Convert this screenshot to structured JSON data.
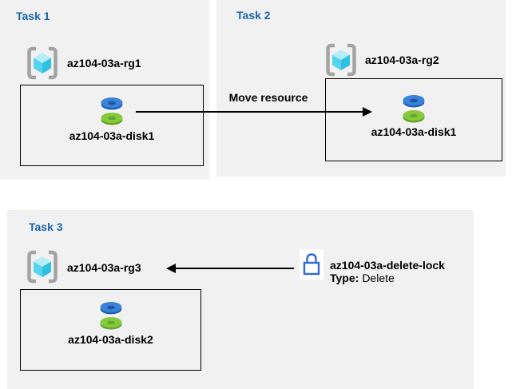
{
  "colors": {
    "panel_bg": "#f1f1f1",
    "title_blue": "#1a64ad",
    "text": "#000000",
    "bracket_gray": "#a3a3a3",
    "cube_top": "#b5eef8",
    "cube_left": "#54d4ee",
    "cube_right": "#2dc0e0",
    "disk_blue": "#3b82dc",
    "disk_blue_side": "#2260b4",
    "disk_blue_hole": "#1e56a0",
    "disk_green": "#85c93d",
    "disk_green_side": "#68a428",
    "disk_green_hole": "#69a52c",
    "lock_blue": "#2f6bd0"
  },
  "icons": {
    "resource_group": "resource-group-icon",
    "disk": "disk-icon",
    "lock": "lock-icon",
    "move_arrow": "arrow-right-icon",
    "lock_arrow": "arrow-left-icon"
  },
  "task1": {
    "title": "Task 1",
    "rg": "az104-03a-rg1",
    "disk": "az104-03a-disk1"
  },
  "task2": {
    "title": "Task 2",
    "rg": "az104-03a-rg2",
    "disk": "az104-03a-disk1"
  },
  "task3": {
    "title": "Task 3",
    "rg": "az104-03a-rg3",
    "disk": "az104-03a-disk2"
  },
  "move_arrow": {
    "label": "Move resource"
  },
  "lock": {
    "name": "az104-03a-delete-lock",
    "type_label": "Type:",
    "type_value": "Delete"
  }
}
